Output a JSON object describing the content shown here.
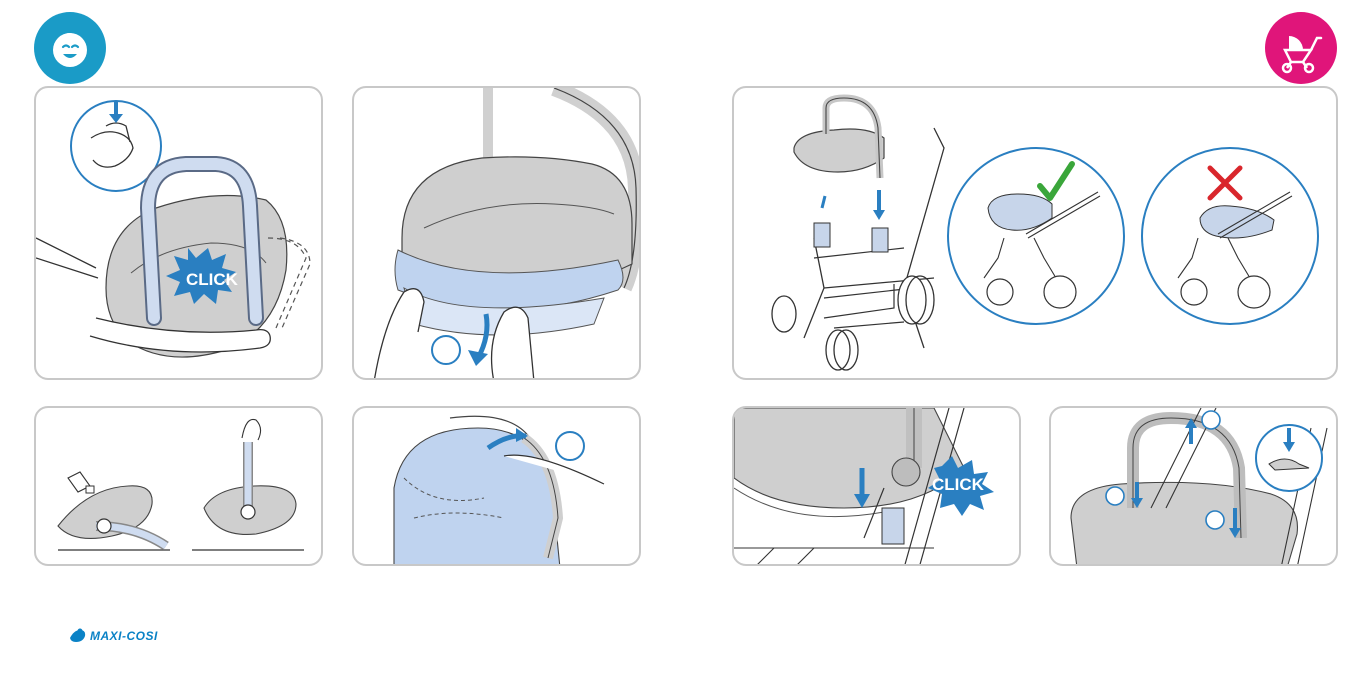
{
  "badges": {
    "left": {
      "icon": "baby-face-icon",
      "color": "#1a9bc7"
    },
    "right": {
      "icon": "stroller-icon",
      "color": "#e0157a"
    }
  },
  "panels": {
    "panel1": {
      "burst": "CLICK"
    },
    "panel5": {
      "burst": "CLICK"
    }
  },
  "colors": {
    "accent_blue": "#2a7fc1",
    "fabric_blue": "#bfd3ef",
    "seat_gray": "#cfcfcf",
    "check_green": "#3aa63a",
    "cross_red": "#d9262c",
    "panel_border": "#c8c8c8"
  },
  "footer": {
    "logo": "MAXI-COSI"
  }
}
